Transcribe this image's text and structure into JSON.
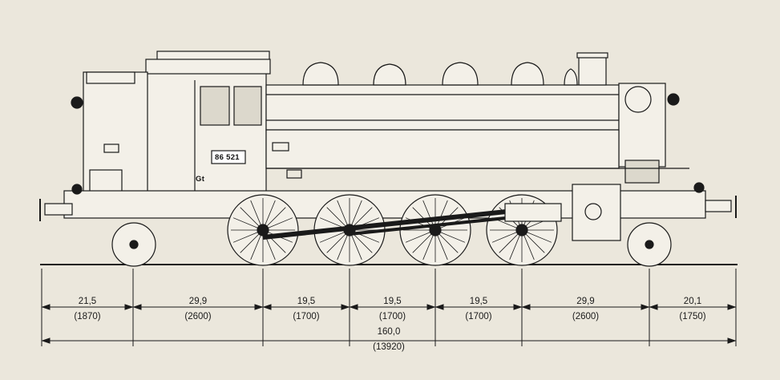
{
  "locomotive": {
    "number_plate": "86 521",
    "class_mark": "Gt"
  },
  "dimensions": {
    "segments": [
      {
        "mm": "21,5",
        "prototype": "(1870)"
      },
      {
        "mm": "29,9",
        "prototype": "(2600)"
      },
      {
        "mm": "19,5",
        "prototype": "(1700)"
      },
      {
        "mm": "19,5",
        "prototype": "(1700)"
      },
      {
        "mm": "19,5",
        "prototype": "(1700)"
      },
      {
        "mm": "29,9",
        "prototype": "(2600)"
      },
      {
        "mm": "20,1",
        "prototype": "(1750)"
      }
    ],
    "total": {
      "mm": "160,0",
      "prototype": "(13920)"
    }
  },
  "colors": {
    "paper": "#ebe7dc",
    "ink": "#1a1a1a"
  }
}
